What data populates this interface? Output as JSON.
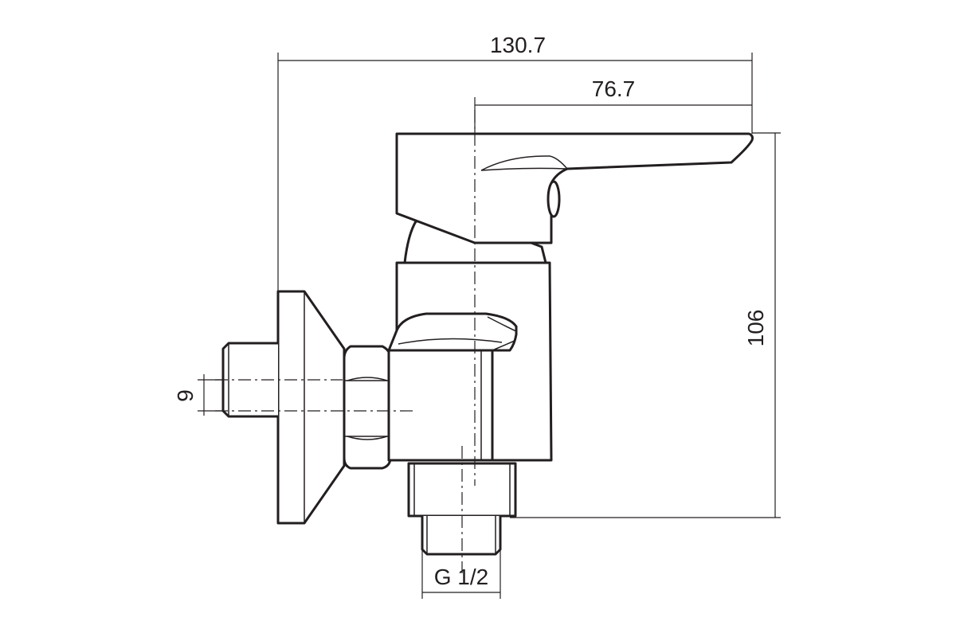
{
  "drawing": {
    "dimensions": {
      "overall_width": "130.7",
      "spout_width": "76.7",
      "height": "106",
      "offset": "9",
      "thread": "G 1/2"
    },
    "colors": {
      "line": "#231f20",
      "background": "#ffffff"
    }
  }
}
